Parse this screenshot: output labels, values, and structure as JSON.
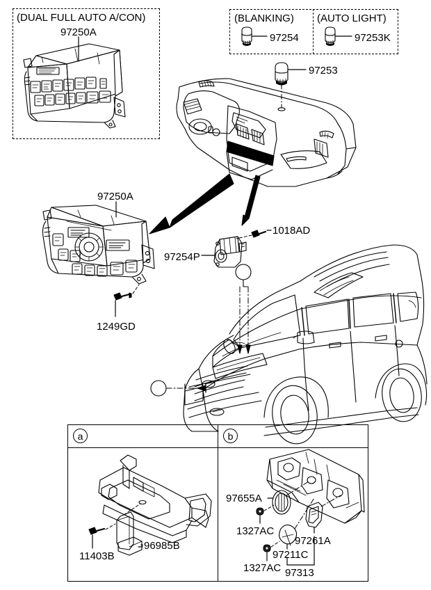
{
  "diagram": {
    "title": "Automotive HVAC Control and Sensor Parts Diagram",
    "line_color": "#000000",
    "background": "#ffffff"
  },
  "panels": {
    "dual_auto_box": {
      "header": "(DUAL FULL AUTO A/CON)",
      "part_number": "97250A"
    },
    "blanking_box": {
      "header": "(BLANKING)",
      "part_number": "97254"
    },
    "auto_light_box": {
      "header": "(AUTO LIGHT)",
      "part_number": "97253K"
    },
    "detail_a": {
      "marker": "a",
      "parts": [
        {
          "number": "96985B"
        },
        {
          "number": "11403B"
        }
      ]
    },
    "detail_b": {
      "marker": "b",
      "parts": [
        {
          "number": "97655A"
        },
        {
          "number": "1327AC"
        },
        {
          "number": "1327AC"
        },
        {
          "number": "97261A"
        },
        {
          "number": "97211C"
        },
        {
          "number": "97313"
        }
      ]
    }
  },
  "callouts": {
    "dash_knob": "97253",
    "control_panel": "97250A",
    "panel_screw": "1249GD",
    "actuator": "97254P",
    "actuator_screw": "1018AD"
  },
  "markers": {
    "a": "a",
    "b": "b"
  },
  "icons": {
    "knob": "hvac-knob-icon",
    "screw": "screw-icon",
    "nut": "nut-icon"
  }
}
